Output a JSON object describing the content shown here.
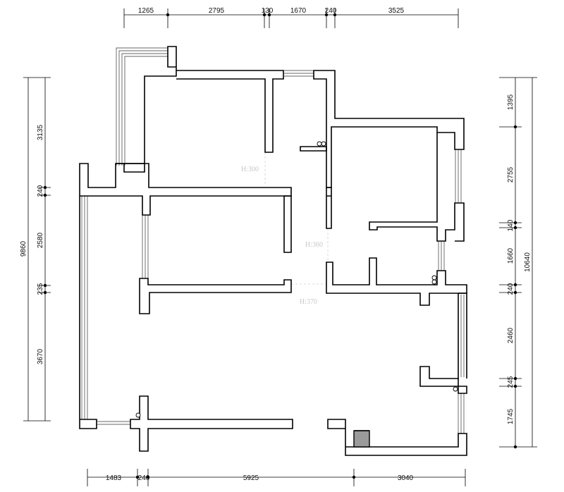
{
  "dimensions": {
    "top": [
      "1265",
      "2795",
      "130",
      "1670",
      "240",
      "3525"
    ],
    "bottom": [
      "1483",
      "240",
      "5925",
      "3040"
    ],
    "left_inner": [
      "3135",
      "240",
      "2580",
      "235",
      "3670"
    ],
    "left_total": "9860",
    "right_inner": [
      "1395",
      "2755",
      "140",
      "1660",
      "240",
      "2460",
      "245",
      "1745"
    ],
    "right_total": "10640"
  },
  "heights": [
    "H:300",
    "H:360",
    "H:370"
  ]
}
